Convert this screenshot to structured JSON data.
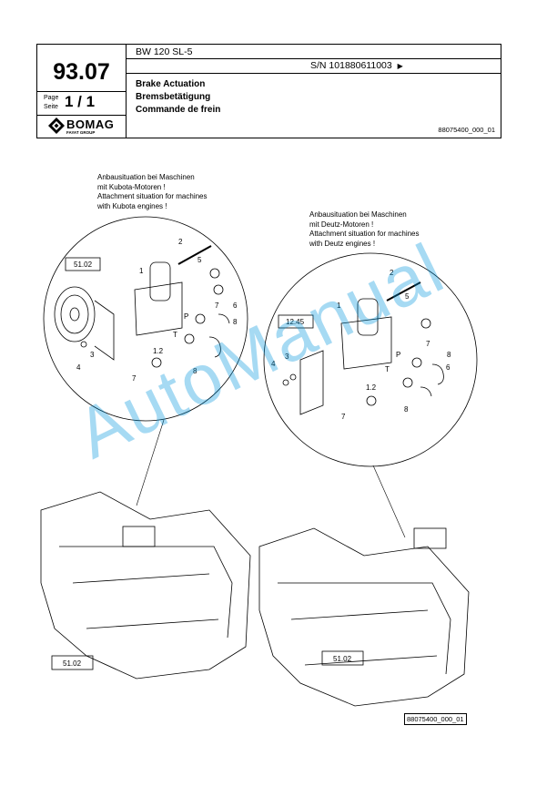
{
  "header": {
    "model": "BW 120 SL-5",
    "serial": "S/N 101880611003",
    "serial_arrow": "▶",
    "group_code": "93.07",
    "page_label_en": "Page",
    "page_label_de": "Seite",
    "page_number": "1 / 1",
    "titles": [
      "Brake Actuation",
      "Bremsbetätigung",
      "Commande de frein"
    ],
    "doc_id": "88075400_000_01"
  },
  "logo": {
    "word": "BOMAG",
    "sub": "FAYAT GROUP"
  },
  "notes": {
    "kubota": [
      "Anbausituation bei Maschinen",
      "mit Kubota-Motoren !",
      "Attachment situation for machines",
      "with Kubota engines !"
    ],
    "deutz": [
      "Anbausituation bei Maschinen",
      "mit Deutz-Motoren !",
      "Attachment situation for machines",
      "with Deutz engines !"
    ]
  },
  "callouts": {
    "left": {
      "ref_box": "51.02",
      "parts": [
        "1",
        "2",
        "3",
        "4",
        "5",
        "6",
        "7",
        "7",
        "8",
        "8",
        "P",
        "T",
        "1.2"
      ]
    },
    "right": {
      "ref_box": "12.45",
      "parts": [
        "1",
        "2",
        "3",
        "4",
        "5",
        "6",
        "7",
        "7",
        "8",
        "8",
        "P",
        "T",
        "1.2"
      ]
    },
    "bottom_left_ref": "51.02",
    "bottom_right_ref": "51.02"
  },
  "watermark": "AutoManual",
  "footer": {
    "doc_id": "88075400_000_01"
  }
}
